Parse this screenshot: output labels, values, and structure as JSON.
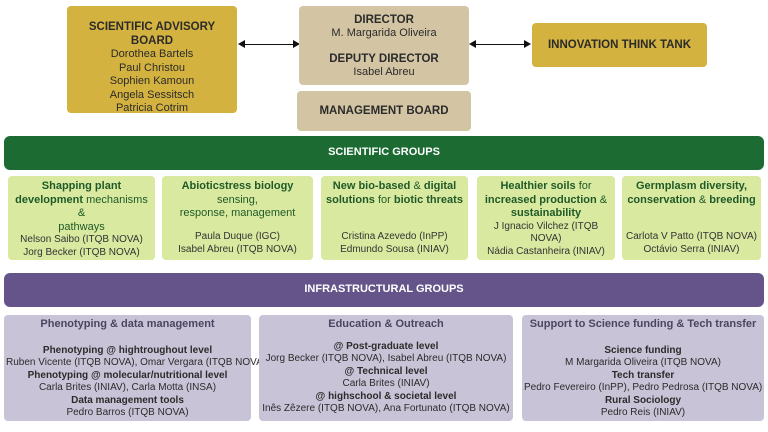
{
  "advisory": {
    "title": "SCIENTIFIC ADVISORY BOARD",
    "members": [
      "Dorothea Bartels",
      "Paul Christou",
      "Sophien Kamoun",
      "Angela Sessitsch",
      "Patricia Cotrim"
    ]
  },
  "director": {
    "title": "DIRECTOR",
    "name": "M. Margarida Oliveira",
    "deputy_title": "DEPUTY DIRECTOR",
    "deputy_name": "Isabel Abreu"
  },
  "innovation": {
    "title": "INNOVATION THINK TANK"
  },
  "management": {
    "title": "MANAGEMENT BOARD"
  },
  "scientific_groups": {
    "title": "SCIENTIFIC GROUPS",
    "groups": [
      {
        "t1": "Shapping plant",
        "t2": "development",
        "t3": " mechanisms &",
        "t4": "pathways",
        "members": [
          "Nelson Saibo (ITQB NOVA)",
          "Jorg Becker (ITQB NOVA)"
        ]
      },
      {
        "t1": "Abioticstress biology",
        "t2": " sensing,",
        "t3": "response, management",
        "members": [
          "Paula Duque (IGC)",
          "Isabel Abreu (ITQB NOVA)"
        ]
      },
      {
        "t1": "New bio-based",
        "t2": " & ",
        "t3": "digital",
        "t4": "solutions",
        "t5": " for ",
        "t6": "biotic threats",
        "members": [
          "Cristina Azevedo (InPP)",
          "Edmundo Sousa (INIAV)"
        ]
      },
      {
        "t1": "Healthier soils",
        "t2": " for",
        "t3": "increased production",
        "t4": " &",
        "t5": "sustainability",
        "members": [
          "J Ignacio Vilchez (ITQB NOVA)",
          "Nádia Castanheira (INIAV)"
        ]
      },
      {
        "t1": "Germplasm diversity,",
        "t2": "conservation",
        "t3": " & ",
        "t4": "breeding",
        "members": [
          "Carlota V Patto (ITQB NOVA)",
          "Octávio Serra (INIAV)"
        ]
      }
    ]
  },
  "infrastructural_groups": {
    "title": "INFRASTRUCTURAL GROUPS",
    "groups": [
      {
        "title": "Phenotyping & data management",
        "lines": [
          {
            "text": "Phenotyping @ hightroughout level",
            "bold": true
          },
          {
            "text": "Ruben Vicente (ITQB NOVA), Omar Vergara (ITQB NOVA)",
            "bold": false
          },
          {
            "text": "Phenotyping @ molecular/nutritional level",
            "bold": true
          },
          {
            "text": "Carla Brites (INIAV), Carla Motta (INSA)",
            "bold": false
          },
          {
            "text": "Data management tools",
            "bold": true
          },
          {
            "text": "Pedro Barros (ITQB NOVA)",
            "bold": false
          }
        ]
      },
      {
        "title": "Education & Outreach",
        "lines": [
          {
            "text": "@ Post-graduate level",
            "bold": true
          },
          {
            "text": "Jorg Becker (ITQB NOVA), Isabel Abreu (ITQB NOVA)",
            "bold": false
          },
          {
            "text": "@ Technical level",
            "bold": true
          },
          {
            "text": "Carla Brites (INIAV)",
            "bold": false
          },
          {
            "text": "@ highschool  & societal level",
            "bold": true
          },
          {
            "text": "Inês Zêzere (ITQB NOVA), Ana Fortunato (ITQB NOVA)",
            "bold": false
          }
        ]
      },
      {
        "title": "Support to Science funding & Tech transfer",
        "lines": [
          {
            "text": "Science funding",
            "bold": true
          },
          {
            "text": "M Margarida Oliveira (ITQB NOVA)",
            "bold": false
          },
          {
            "text": "Tech transfer",
            "bold": true
          },
          {
            "text": "Pedro Fevereiro (InPP), Pedro Pedrosa (ITQB NOVA)",
            "bold": false
          },
          {
            "text": "Rural Sociology",
            "bold": true
          },
          {
            "text": "Pedro Reis (INIAV)",
            "bold": false
          }
        ]
      }
    ]
  },
  "colors": {
    "gold": "#d4b23f",
    "tan": "#d3c5a4",
    "dark_green": "#1b6b33",
    "light_green": "#d9e9a0",
    "purple": "#65548a",
    "lavender": "#c9c3d7"
  }
}
